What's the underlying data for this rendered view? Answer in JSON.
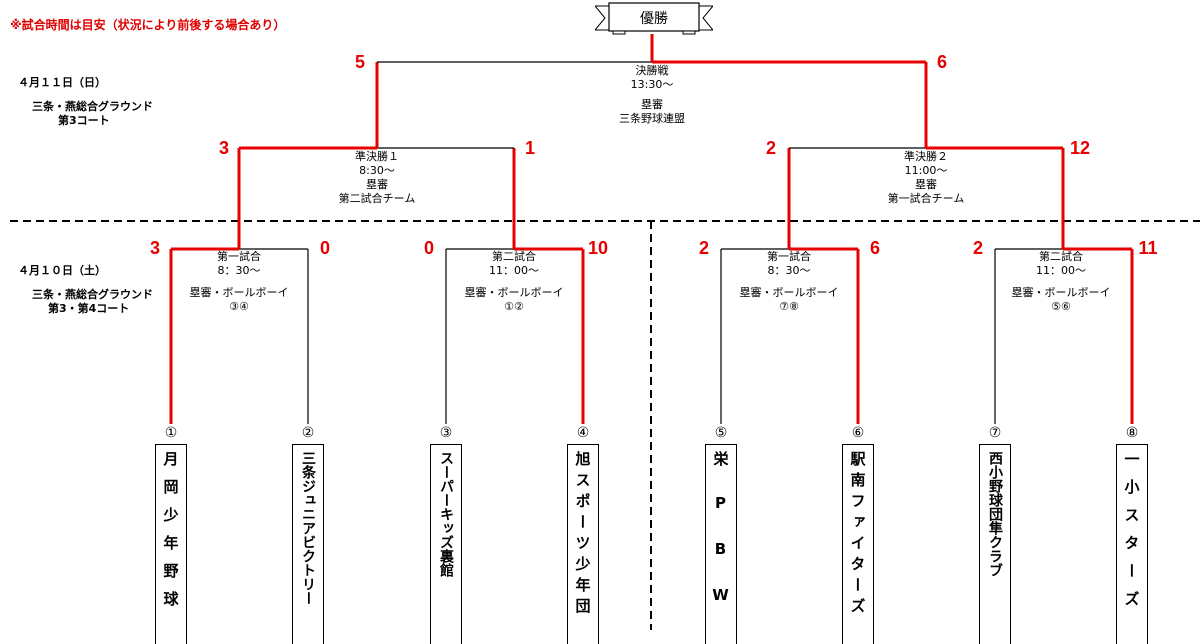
{
  "notice": "※試合時間は目安（状況により前後する場合あり）",
  "champion_label": "優勝",
  "day2": {
    "date": "４月１１日（日）",
    "venue": "三条・燕総合グラウンド",
    "court": "第3コート"
  },
  "day1": {
    "date": "４月１０日（土）",
    "venue": "三条・燕総合グラウンド",
    "court": "第3・第4コート"
  },
  "final": {
    "title": "決勝戦",
    "time": "13:30～",
    "ump_label": "塁審",
    "ump": "三条野球連盟",
    "score_left": "5",
    "score_right": "6",
    "winner": "right"
  },
  "semis": [
    {
      "title": "準決勝１",
      "time": "8:30～",
      "ump_label": "塁審",
      "ump": "第二試合チーム",
      "score_left": "3",
      "score_right": "1",
      "winner": "left"
    },
    {
      "title": "準決勝２",
      "time": "11:00～",
      "ump_label": "塁審",
      "ump": "第一試合チーム",
      "score_left": "2",
      "score_right": "12",
      "winner": "right"
    }
  ],
  "quarters": [
    {
      "title": "第一試合",
      "time": "8：30～",
      "ump_label": "塁審・ボールボーイ",
      "ump": "③④",
      "score_left": "3",
      "score_right": "0",
      "winner": "left"
    },
    {
      "title": "第二試合",
      "time": "11：00～",
      "ump_label": "塁審・ボールボーイ",
      "ump": "①②",
      "score_left": "0",
      "score_right": "10",
      "winner": "right"
    },
    {
      "title": "第一試合",
      "time": "8：30～",
      "ump_label": "塁審・ボールボーイ",
      "ump": "⑦⑧",
      "score_left": "2",
      "score_right": "6",
      "winner": "right"
    },
    {
      "title": "第二試合",
      "time": "11：00～",
      "ump_label": "塁審・ボールボーイ",
      "ump": "⑤⑥",
      "score_left": "2",
      "score_right": "11",
      "winner": "right"
    }
  ],
  "teams": [
    {
      "seed": "①",
      "name": "月岡少年野球"
    },
    {
      "seed": "②",
      "name": "三条ジュニアビクトリー"
    },
    {
      "seed": "③",
      "name": "スーパーキッズ裏館"
    },
    {
      "seed": "④",
      "name": "旭スポーツ少年団"
    },
    {
      "seed": "⑤",
      "name": "栄PBW"
    },
    {
      "seed": "⑥",
      "name": "駅南ファイターズ"
    },
    {
      "seed": "⑦",
      "name": "西小野球団隼クラブ"
    },
    {
      "seed": "⑧",
      "name": "一小スターズ"
    }
  ],
  "colors": {
    "winner_line": "#e60000",
    "line": "#000000",
    "score": "#e60000",
    "notice": "#e00000"
  }
}
